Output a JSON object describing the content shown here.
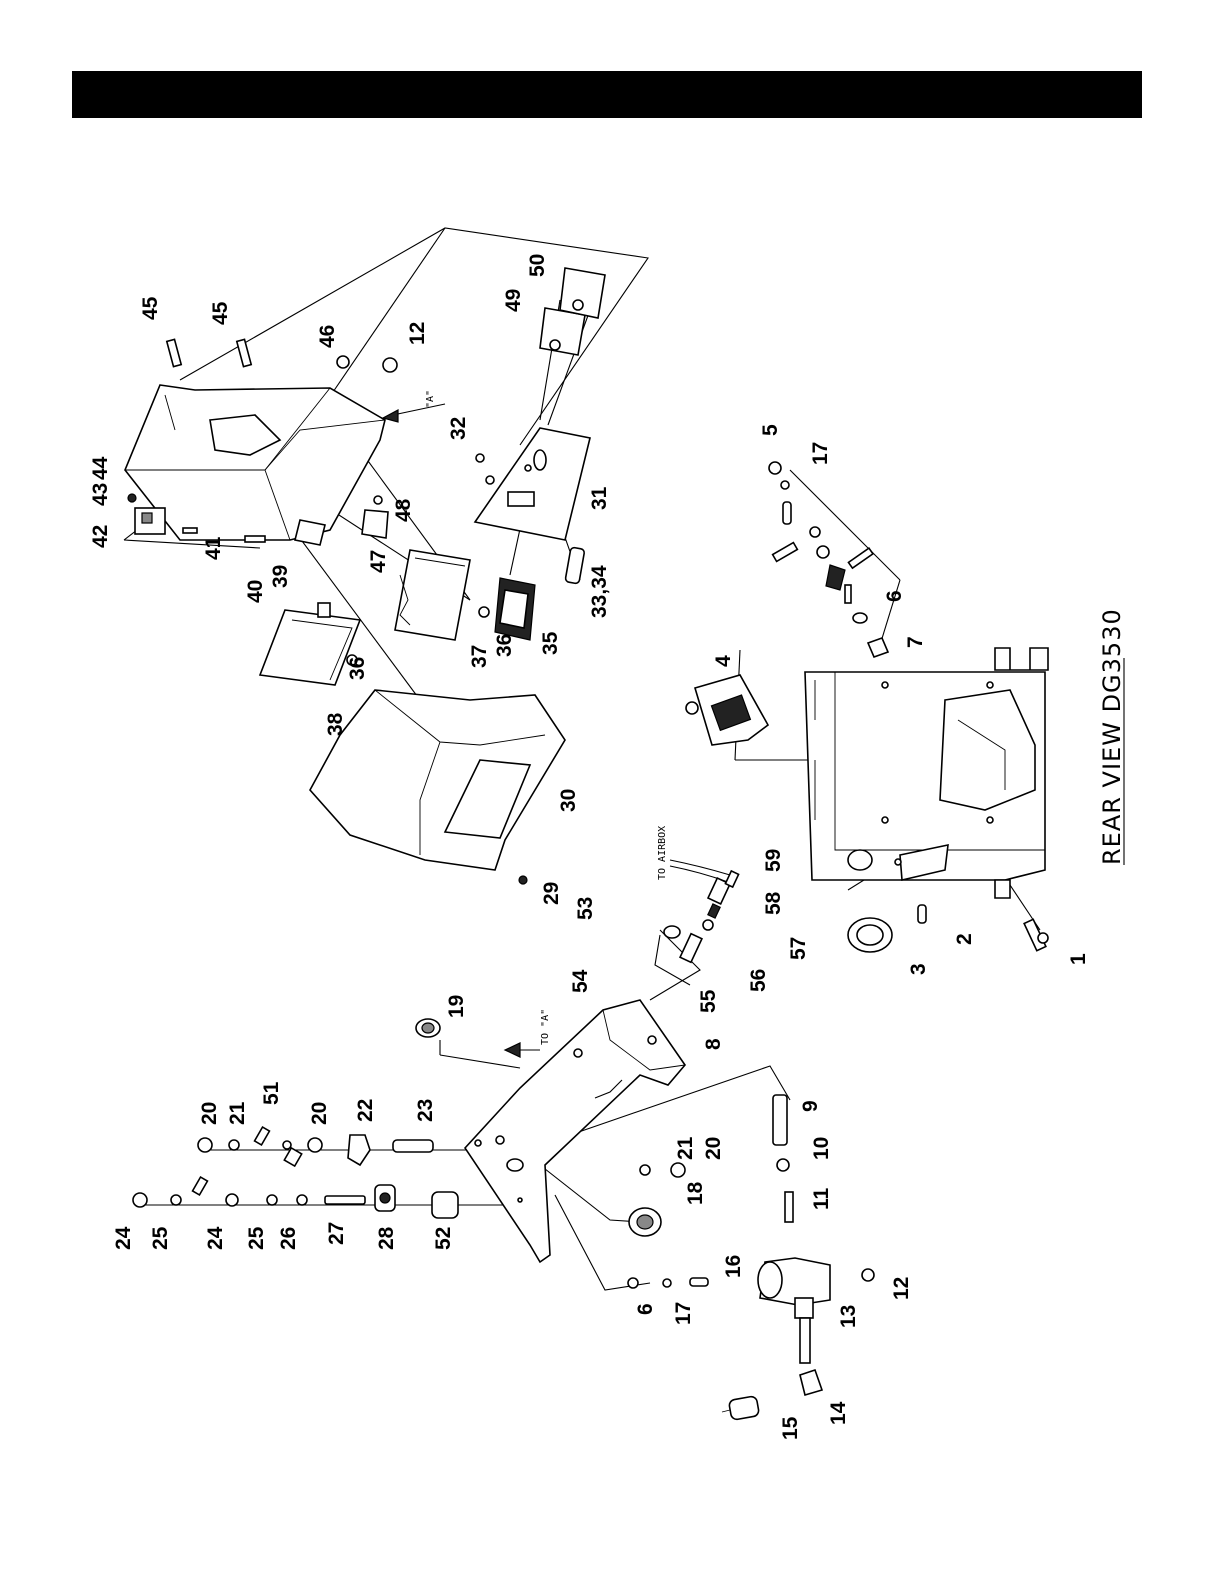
{
  "header": {
    "text": ""
  },
  "view_title": "REAR VIEW DG3530",
  "notes": {
    "to_a_1": "TO \"A\"",
    "a_marker": "\"A\"",
    "to_airbox": "TO AIRBOX"
  },
  "callouts": {
    "c1": "1",
    "c2": "2",
    "c3": "3",
    "c4": "4",
    "c5": "5",
    "c6a": "6",
    "c6b": "6",
    "c7": "7",
    "c8": "8",
    "c9": "9",
    "c10": "10",
    "c11": "11",
    "c12a": "12",
    "c12b": "12",
    "c13": "13",
    "c14": "14",
    "c15": "15",
    "c16": "16",
    "c17a": "17",
    "c17b": "17",
    "c18": "18",
    "c19": "19",
    "c20a": "20",
    "c20b": "20",
    "c20c": "20",
    "c21a": "21",
    "c21b": "21",
    "c22": "22",
    "c23": "23",
    "c24a": "24",
    "c24b": "24",
    "c25a": "25",
    "c25b": "25",
    "c26": "26",
    "c27": "27",
    "c28": "28",
    "c29": "29",
    "c30": "30",
    "c31": "31",
    "c32": "32",
    "c3334": "33,34",
    "c35": "35",
    "c36a": "36",
    "c36b": "36",
    "c37": "37",
    "c38": "38",
    "c39": "39",
    "c40": "40",
    "c41": "41",
    "c42": "42",
    "c43": "43",
    "c44": "44",
    "c45a": "45",
    "c45b": "45",
    "c46": "46",
    "c47": "47",
    "c48": "48",
    "c49": "49",
    "c50": "50",
    "c51": "51",
    "c52": "52",
    "c53": "53",
    "c54": "54",
    "c55": "55",
    "c56": "56",
    "c57": "57",
    "c58": "58",
    "c59": "59"
  }
}
